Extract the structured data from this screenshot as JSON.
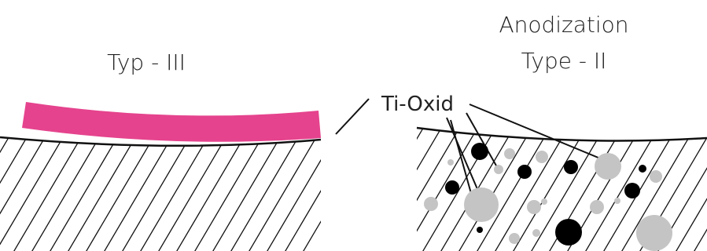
{
  "labels": {
    "left_type": "Typ - III",
    "right_title": "Anodization",
    "right_type": "Type - II",
    "callout": "Ti-Oxid"
  },
  "colors": {
    "coating": "#e5438d",
    "line": "#111111",
    "dark_particle": "#000000",
    "light_particle": "#c4c4c4",
    "text": "#222222"
  }
}
